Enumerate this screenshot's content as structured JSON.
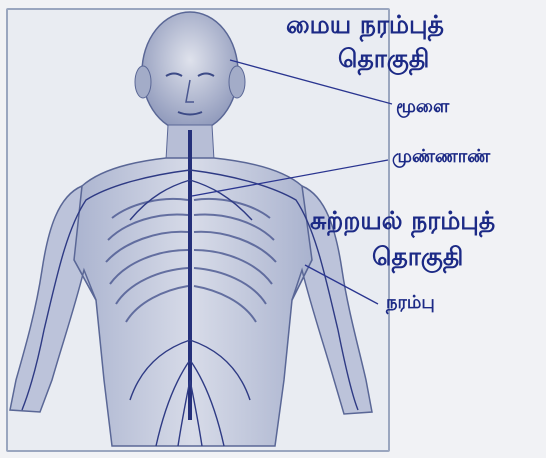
{
  "labels": {
    "central_nervous_system_line1": "மைய நரம்புத்",
    "central_nervous_system_line2": "தொகுதி",
    "brain": "மூளை",
    "spinal_cord": "முண்ணாண்",
    "peripheral_nervous_system_line1": "சுற்றயல் நரம்புத்",
    "peripheral_nervous_system_line2": "தொகுதி",
    "nerve": "நரம்பு"
  },
  "colors": {
    "label_text": "#1c2a86",
    "leader_line": "#2a3590",
    "figure_ink": "#3c4a86",
    "frame_border": "#9aa6bf"
  }
}
